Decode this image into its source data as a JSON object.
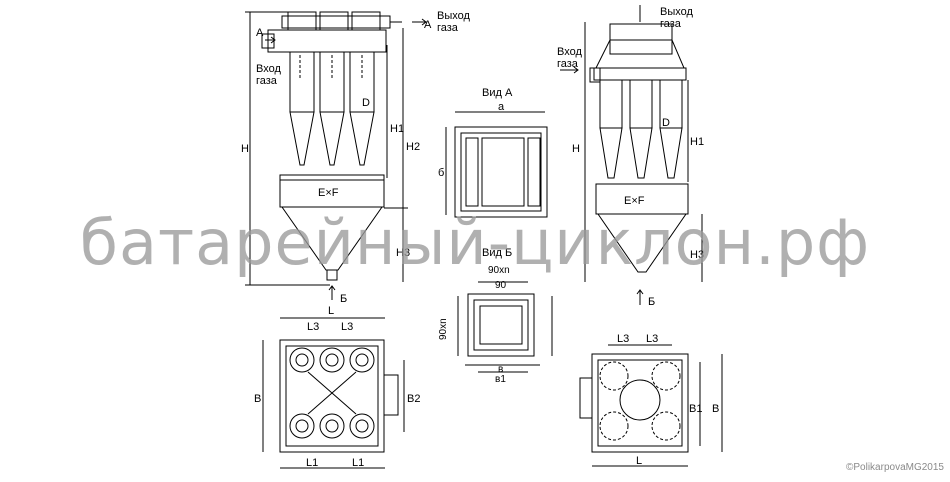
{
  "watermark": "батарейный-циклон.рф",
  "copyright": "©PolikarpovaMG2015",
  "colors": {
    "line": "#000000",
    "watermark": "#9a9a9a"
  },
  "views": {
    "front_left": {
      "A_top": "A",
      "A_side": "A",
      "gas_out": [
        "Выход",
        "газа"
      ],
      "gas_in": [
        "Вход",
        "газа"
      ],
      "H": "H",
      "H1": "H1",
      "H2": "H2",
      "H3": "H3",
      "D": "D",
      "ExF": "E×F",
      "B": "Б"
    },
    "view_a": {
      "title": "Вид А",
      "a": "a",
      "b": "б"
    },
    "view_b": {
      "title": "Вид Б",
      "n90xn": "90xn",
      "n90": "90",
      "v90xn": "90xn",
      "v": "в",
      "v1": "в1"
    },
    "front_right": {
      "gas_out": [
        "Выход",
        "газа"
      ],
      "gas_in": [
        "Вход",
        "газа"
      ],
      "H": "H",
      "H1": "H1",
      "H3": "H3",
      "D": "D",
      "ExF": "E×F",
      "B": "Б"
    },
    "plan_left": {
      "L": "L",
      "L3a": "L3",
      "L3b": "L3",
      "B": "B",
      "B2": "B2",
      "L1a": "L1",
      "L1b": "L1"
    },
    "plan_right": {
      "L3a": "L3",
      "L3b": "L3",
      "B1": "B1",
      "B": "B",
      "L": "L"
    }
  }
}
